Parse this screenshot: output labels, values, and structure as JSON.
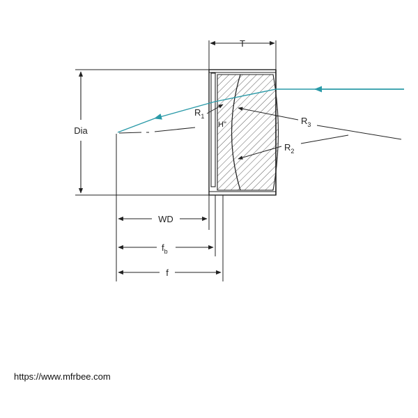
{
  "labels": {
    "thickness": "T",
    "diameter": "Dia",
    "working_distance": "WD",
    "back_focal_base": "f",
    "back_focal_sub": "b",
    "focal_length": "f",
    "radius_base": "R",
    "r1_sub": "1",
    "r2_sub": "2",
    "r3_sub": "3",
    "principal_plane": "H\""
  },
  "colors": {
    "ray": "#2a9aa8",
    "line": "#222222"
  },
  "watermark": "https://www.mfrbee.com"
}
